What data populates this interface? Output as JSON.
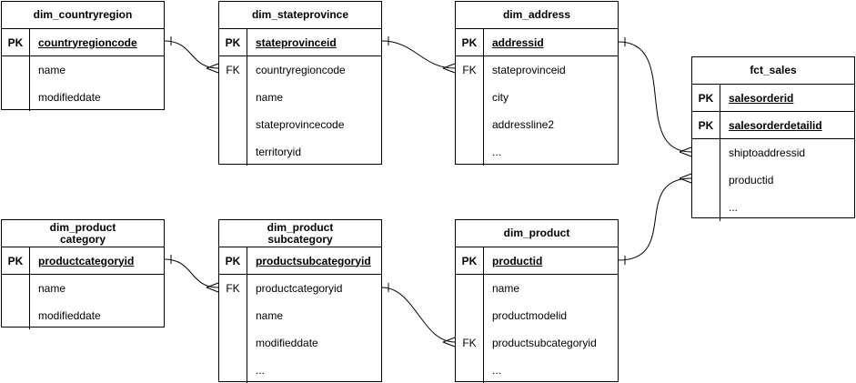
{
  "diagram": {
    "type": "entity-relationship",
    "style": {
      "background_color": "#ffffff",
      "line_color": "#000000",
      "text_color": "#000000"
    },
    "entities": [
      {
        "id": "dim_countryregion",
        "title": "dim_countryregion",
        "title_lines": [
          "dim_countryregion"
        ],
        "rows": [
          {
            "type": "pk",
            "key": "PK",
            "label": "countryregioncode"
          },
          {
            "type": "field",
            "key": "",
            "label": "name"
          },
          {
            "type": "field",
            "key": "",
            "label": "modifieddate"
          }
        ]
      },
      {
        "id": "dim_stateprovince",
        "title": "dim_stateprovince",
        "title_lines": [
          "dim_stateprovince"
        ],
        "rows": [
          {
            "type": "pk",
            "key": "PK",
            "label": "stateprovinceid"
          },
          {
            "type": "fk",
            "key": "FK",
            "label": "countryregioncode"
          },
          {
            "type": "field",
            "key": "",
            "label": "name"
          },
          {
            "type": "field",
            "key": "",
            "label": "stateprovincecode"
          },
          {
            "type": "field",
            "key": "",
            "label": "territoryid"
          }
        ]
      },
      {
        "id": "dim_address",
        "title": "dim_address",
        "title_lines": [
          "dim_address"
        ],
        "rows": [
          {
            "type": "pk",
            "key": "PK",
            "label": "addressid"
          },
          {
            "type": "fk",
            "key": "FK",
            "label": "stateprovinceid"
          },
          {
            "type": "field",
            "key": "",
            "label": "city"
          },
          {
            "type": "field",
            "key": "",
            "label": "addressline2"
          },
          {
            "type": "field",
            "key": "",
            "label": "..."
          }
        ]
      },
      {
        "id": "fct_sales",
        "title": "fct_sales",
        "title_lines": [
          "fct_sales"
        ],
        "rows": [
          {
            "type": "pk",
            "key": "PK",
            "label": "salesorderid"
          },
          {
            "type": "pk",
            "key": "PK",
            "label": "salesorderdetailid"
          },
          {
            "type": "field",
            "key": "",
            "label": "shiptoaddressid"
          },
          {
            "type": "field",
            "key": "",
            "label": "productid"
          },
          {
            "type": "field",
            "key": "",
            "label": "..."
          }
        ]
      },
      {
        "id": "dim_productcategory",
        "title": "dim_product category",
        "title_lines": [
          "dim_product",
          "category"
        ],
        "rows": [
          {
            "type": "pk",
            "key": "PK",
            "label": "productcategoryid"
          },
          {
            "type": "field",
            "key": "",
            "label": "name"
          },
          {
            "type": "field",
            "key": "",
            "label": "modifieddate"
          }
        ]
      },
      {
        "id": "dim_productsubcategory",
        "title": "dim_product subcategory",
        "title_lines": [
          "dim_product",
          "subcategory"
        ],
        "rows": [
          {
            "type": "pk",
            "key": "PK",
            "label": "productsubcategoryid"
          },
          {
            "type": "fk",
            "key": "FK",
            "label": "productcategoryid"
          },
          {
            "type": "field",
            "key": "",
            "label": "name"
          },
          {
            "type": "field",
            "key": "",
            "label": "modifieddate"
          },
          {
            "type": "field",
            "key": "",
            "label": "..."
          }
        ]
      },
      {
        "id": "dim_product",
        "title": "dim_product",
        "title_lines": [
          "dim_product"
        ],
        "rows": [
          {
            "type": "pk",
            "key": "PK",
            "label": "productid"
          },
          {
            "type": "field",
            "key": "",
            "label": "name"
          },
          {
            "type": "field",
            "key": "",
            "label": "productmodelid"
          },
          {
            "type": "fk",
            "key": "FK",
            "label": "productsubcategoryid"
          },
          {
            "type": "field",
            "key": "",
            "label": "..."
          }
        ]
      }
    ],
    "relations": [
      {
        "id": "countryregion-stateprovince",
        "from_table": "dim_countryregion",
        "from_field": "countryregioncode",
        "to_table": "dim_stateprovince",
        "to_field": "countryregioncode",
        "from_cardinality": "one",
        "to_cardinality": "many"
      },
      {
        "id": "stateprovince-address",
        "from_table": "dim_stateprovince",
        "from_field": "stateprovinceid",
        "to_table": "dim_address",
        "to_field": "stateprovinceid",
        "from_cardinality": "one",
        "to_cardinality": "many"
      },
      {
        "id": "address-fctsales",
        "from_table": "dim_address",
        "from_field": "addressid",
        "to_table": "fct_sales",
        "to_field": "shiptoaddressid",
        "from_cardinality": "one",
        "to_cardinality": "many"
      },
      {
        "id": "product-fctsales",
        "from_table": "dim_product",
        "from_field": "productid",
        "to_table": "fct_sales",
        "to_field": "productid",
        "from_cardinality": "one",
        "to_cardinality": "many"
      },
      {
        "id": "productcategory-productsubcategory",
        "from_table": "dim_productcategory",
        "from_field": "productcategoryid",
        "to_table": "dim_productsubcategory",
        "to_field": "productcategoryid",
        "from_cardinality": "one",
        "to_cardinality": "many"
      },
      {
        "id": "productsubcategory-product",
        "from_table": "dim_productsubcategory",
        "from_field": "productsubcategoryid",
        "to_table": "dim_product",
        "to_field": "productsubcategoryid",
        "from_cardinality": "one",
        "to_cardinality": "many"
      }
    ]
  }
}
